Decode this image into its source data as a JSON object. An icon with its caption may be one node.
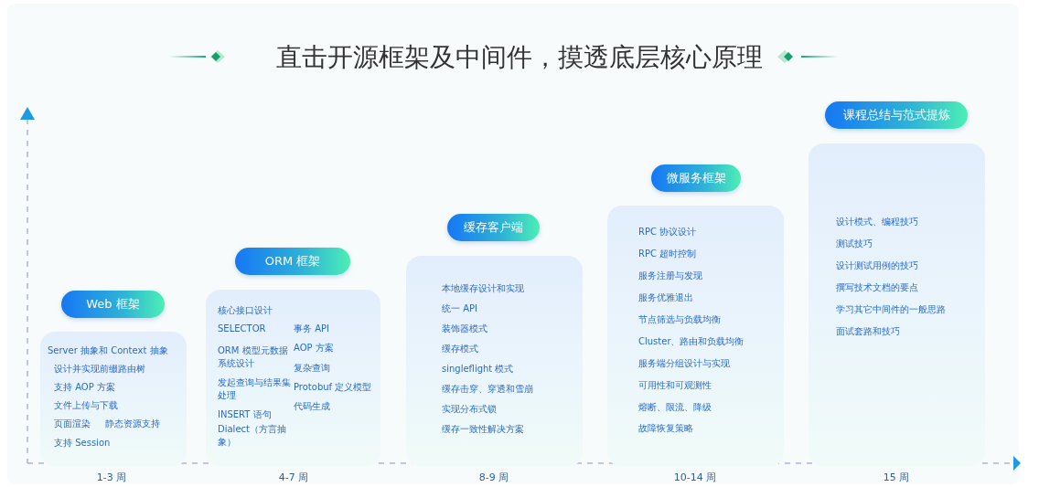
{
  "diagram": {
    "title": "直击开源框架及中间件，摸透底层核心原理",
    "nodes": [
      {
        "text": [
          "Web 框架",
          "Server 抽象和 Context 抽象",
          "设计并实现前缀路由树",
          "支持 AOP 方案",
          "文件上传与下载",
          "页面渲染",
          "静态资源支持",
          "支持 Session"
        ],
        "beside": [
          "1-3 周"
        ]
      },
      {
        "text": [
          "ORM 框架",
          "核心接口设计",
          "SELECTOR",
          "ORM 模型元数据系统设计",
          "发起查询与结果集处理",
          "INSERT 语句",
          "Dialect（方言抽象）",
          "事务 API",
          "AOP 方案",
          "复杂查询",
          "Protobuf 定义模型",
          "代码生成"
        ],
        "beside": [
          "4-7 周"
        ]
      },
      {
        "text": [
          "缓存客户端",
          "本地缓存设计和实现",
          "统一 API",
          "装饰器模式",
          "缓存模式",
          "singleflight 模式",
          "缓存击穿、穿透和雪崩",
          "实现分布式锁",
          "缓存一致性解决方案"
        ],
        "beside": [
          "8-9 周"
        ]
      },
      {
        "text": [
          "微服务框架",
          "RPC 协议设计",
          "RPC 超时控制",
          "服务注册与发现",
          "服务优雅退出",
          "节点筛选与负载均衡",
          "Cluster、路由和负载均衡",
          "服务端分组设计与实现",
          "可用性和可观测性",
          "熔断、限流、降级",
          "故障恢复策略"
        ],
        "beside": [
          "10-14 周"
        ]
      },
      {
        "text": [
          "课程总结与范式提炼",
          "设计模式、编程技巧",
          "测试技巧",
          "设计测试用例的技巧",
          "撰写技术文档的要点",
          "学习其它中间件的一般思路",
          "面试套路和技巧"
        ],
        "beside": [
          "15 周"
        ]
      }
    ]
  }
}
